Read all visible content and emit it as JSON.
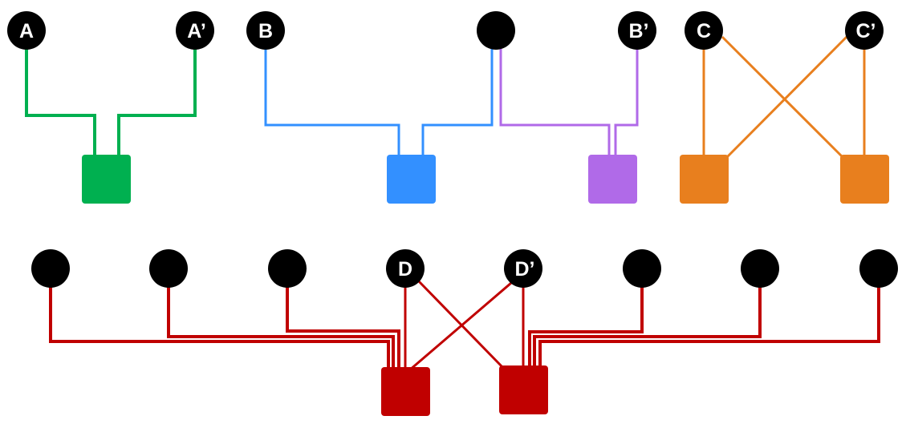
{
  "diagram": {
    "type": "wiring-schematic",
    "node_color": "#000000",
    "label_color": "#ffffff",
    "groups": [
      {
        "id": "A",
        "color": "#00b050",
        "nodes": [
          {
            "id": "A",
            "label": "A"
          },
          {
            "id": "A-prime",
            "label": "A’"
          }
        ],
        "blocks": [
          {
            "id": "block-A"
          }
        ],
        "connections": [
          {
            "from": "A",
            "to": "block-A",
            "style": "orthogonal"
          },
          {
            "from": "A-prime",
            "to": "block-A",
            "style": "orthogonal"
          }
        ]
      },
      {
        "id": "B",
        "color": "#3390ff",
        "nodes": [
          {
            "id": "B",
            "label": "B"
          },
          {
            "id": "B-shared",
            "label": ""
          }
        ],
        "blocks": [
          {
            "id": "block-B"
          }
        ],
        "connections": [
          {
            "from": "B",
            "to": "block-B",
            "style": "orthogonal"
          },
          {
            "from": "B-shared",
            "to": "block-B",
            "style": "orthogonal"
          }
        ]
      },
      {
        "id": "B-prime",
        "color": "#b06ae8",
        "nodes": [
          {
            "id": "B-prime",
            "label": "B’"
          }
        ],
        "blocks": [
          {
            "id": "block-B-prime"
          }
        ],
        "connections": [
          {
            "from": "B-shared",
            "to": "block-B-prime",
            "style": "orthogonal"
          },
          {
            "from": "B-prime",
            "to": "block-B-prime",
            "style": "orthogonal"
          }
        ]
      },
      {
        "id": "C",
        "color": "#e87f1e",
        "nodes": [
          {
            "id": "C",
            "label": "C"
          },
          {
            "id": "C-prime",
            "label": "C’"
          }
        ],
        "blocks": [
          {
            "id": "block-C-left"
          },
          {
            "id": "block-C-right"
          }
        ],
        "connections": [
          {
            "from": "C",
            "to": "block-C-left",
            "style": "straight"
          },
          {
            "from": "C",
            "to": "block-C-right",
            "style": "diagonal"
          },
          {
            "from": "C-prime",
            "to": "block-C-left",
            "style": "diagonal"
          },
          {
            "from": "C-prime",
            "to": "block-C-right",
            "style": "straight"
          }
        ]
      },
      {
        "id": "D",
        "color": "#c00000",
        "nodes": [
          {
            "id": "D-n1",
            "label": ""
          },
          {
            "id": "D-n2",
            "label": ""
          },
          {
            "id": "D-n3",
            "label": ""
          },
          {
            "id": "D",
            "label": "D"
          },
          {
            "id": "D-prime",
            "label": "D’"
          },
          {
            "id": "D-n6",
            "label": ""
          },
          {
            "id": "D-n7",
            "label": ""
          },
          {
            "id": "D-n8",
            "label": ""
          }
        ],
        "blocks": [
          {
            "id": "block-D-left"
          },
          {
            "id": "block-D-right"
          }
        ],
        "connections": [
          {
            "from": "D-n1",
            "to": "block-D-left",
            "style": "orthogonal"
          },
          {
            "from": "D-n2",
            "to": "block-D-left",
            "style": "orthogonal"
          },
          {
            "from": "D-n3",
            "to": "block-D-left",
            "style": "orthogonal"
          },
          {
            "from": "D",
            "to": "block-D-left",
            "style": "straight"
          },
          {
            "from": "D",
            "to": "block-D-right",
            "style": "diagonal"
          },
          {
            "from": "D-prime",
            "to": "block-D-left",
            "style": "diagonal"
          },
          {
            "from": "D-prime",
            "to": "block-D-right",
            "style": "straight"
          },
          {
            "from": "D-n6",
            "to": "block-D-right",
            "style": "orthogonal"
          },
          {
            "from": "D-n7",
            "to": "block-D-right",
            "style": "orthogonal"
          },
          {
            "from": "D-n8",
            "to": "block-D-right",
            "style": "orthogonal"
          }
        ]
      }
    ]
  }
}
